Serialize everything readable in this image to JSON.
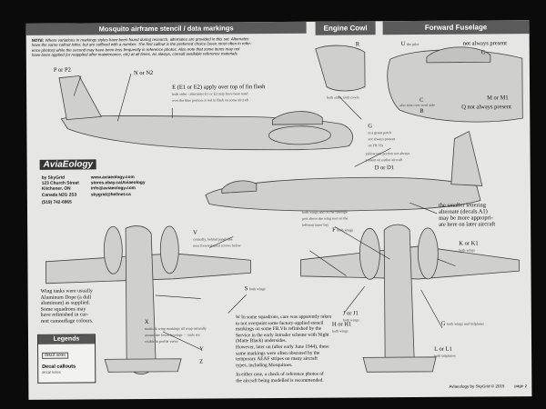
{
  "header": {
    "title": "Mosquito airframe stencil / data markings",
    "engine_cowl": "Engine Cowl",
    "forward_fuselage": "Forward Fuselage"
  },
  "note": {
    "label": "NOTE:",
    "lines": [
      "Where variations in markings styles have been found during research, alternates are provided in this set. Alternates",
      "have the same callout letter, but are suffixed with a number. The first callout is the preferred choice (seen most often in refer-",
      "ence photos) while the second may have been less frequently in reference photos. Also note that some items may not",
      "have been applied (or reapplied after maintenance, etc) at all times. As always, consult available reference materials."
    ]
  },
  "brand": {
    "logo": "AviaEology",
    "by": "by SkyGrid",
    "address1": "123 Church Street",
    "address2": "Kitchener, ON",
    "address3": "Canada N2G 2S3",
    "phone": "(519) 742-6965",
    "web1": "www.aviaeology.com",
    "web2": "stores.ebay.ca/Aviaeology",
    "email1": "info@aviaeology.com",
    "email2": "skygrid@hellnet.ca"
  },
  "callouts": {
    "p": "P or P2",
    "n": "N or N2",
    "e": "E (E1 or E2) apply over top of fin flash",
    "e_sub1": "both sides - alternates E1 or E2 may have been used",
    "e_sub2": "over the blue portion or red in flash on some aircraft",
    "r": "R",
    "r_sub": "both sides, both cowls",
    "u": "U",
    "u_sub": "the pilot",
    "not_always": "not always present",
    "g_fwd": "G",
    "m": "M or M1",
    "q": "Q not always present",
    "c": "C",
    "b": "B",
    "o_sub": "also note over cowl side",
    "g_main": "G",
    "g_main_t1": "in a green patch",
    "g_main_t2": "not always present",
    "g_main_t3": "on FB.VIs",
    "yellow1": "yellow text portion not always",
    "yellow2": "present on earlier aircraft",
    "d": "D or D1",
    "alt1": "both wings and on the fuselage",
    "alt2": "port above the wing root on the",
    "alt3": "leftmost inner bay",
    "f": "F",
    "f_sub": "both wings",
    "a1": "the smaller lettering",
    "a2": "alternate (decals A1)",
    "a3": "may be more appropri-",
    "a4": "ate here on later aircraft",
    "k": "K or K1",
    "k_sub": "both wings",
    "v": "V",
    "v_sub1": "centrally, behind panel line",
    "v_sub2": "near forward-most screws below",
    "s": "S",
    "s_sub": "both wings",
    "h": "H or H1",
    "h_sub": "both wings",
    "j": "J or J1",
    "j_sub": "both wings",
    "g_lower": "G",
    "g_lower_sub": "both wings and tailplanes",
    "l": "L or L1",
    "l_sub": "both tailplanes",
    "x": "X",
    "x_sub1": "marks & wing markings all wrap naturally",
    "x_sub2": "around the lower fuselage — ends are",
    "x_sub3": "visible in profile views",
    "y": "Y",
    "z": "Z"
  },
  "wing_tank_note": [
    "Wing tanks were usually",
    "Aluminum Dope (a dull",
    "aluminum) as supplied.",
    "Some squadrons may",
    "have refinished in cur-",
    "rent camouflage colours."
  ],
  "w_note": [
    "W  In some squadrons, care was apparently taken",
    "to not overpaint some factory-applied stencil",
    "markings on some FB.VIs refinished by the",
    "Service in the early Intruder scheme with Night",
    "(Matte Black) undersides.",
    "However, later on (after early June 1944), these",
    "same markings were often obscured by the",
    "temporary AEAF stripes on many aircraft",
    "types, including Mosquitoes.",
    "",
    "In either case, a check of reference photos of",
    "the aircraft being modelled is recommended."
  ],
  "legend": {
    "title": "Legends",
    "detail": "detail notes",
    "decal": "Decal callouts",
    "decal_sub": "decal notes"
  },
  "footer": {
    "credit": "Aviaeology by SkyGrid © 2015",
    "page": "page 2"
  },
  "colors": {
    "paper": "#e6e6e4",
    "aircraft": "#cfcfcd",
    "header": "#5a5a5a"
  }
}
